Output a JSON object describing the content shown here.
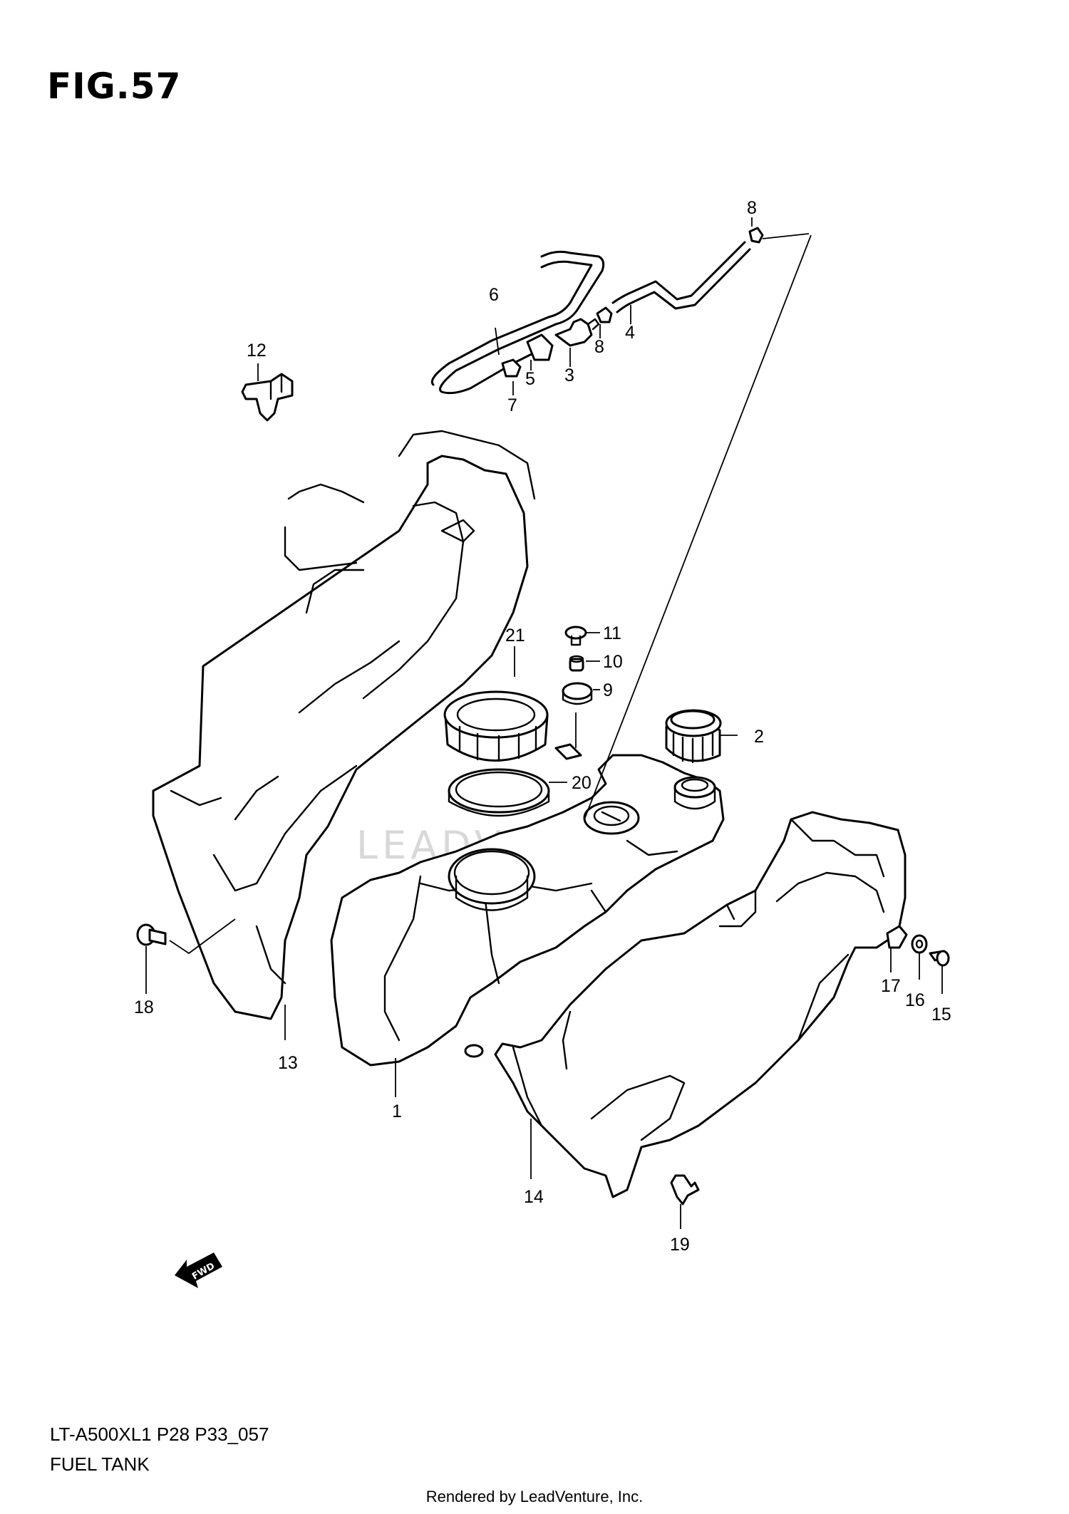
{
  "figure_title": "FIG.57",
  "model_code": "LT-A500XL1 P28 P33_057",
  "diagram_name": "FUEL TANK",
  "rendered_by": "Rendered by LeadVenture, Inc.",
  "watermark": "LEADVENTURE",
  "fwd_label": "FWD",
  "callouts": {
    "c1": "1",
    "c2": "2",
    "c3": "3",
    "c4": "4",
    "c5": "5",
    "c6": "6",
    "c7": "7",
    "c8a": "8",
    "c8b": "8",
    "c9": "9",
    "c10": "10",
    "c11": "11",
    "c12": "12",
    "c13": "13",
    "c14": "14",
    "c15": "15",
    "c16": "16",
    "c17": "17",
    "c18": "18",
    "c19": "19",
    "c20": "20",
    "c21": "21"
  }
}
